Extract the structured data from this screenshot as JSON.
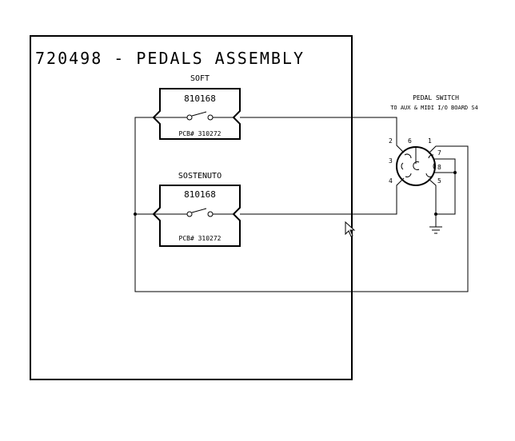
{
  "title": "720498 - PEDALS ASSEMBLY",
  "switches": [
    {
      "name": "SOFT",
      "part": "810168",
      "pcb": "PCB# 310272"
    },
    {
      "name": "SOSTENUTO",
      "part": "810168",
      "pcb": "PCB# 310272"
    }
  ],
  "connector": {
    "title": "PEDAL SWITCH",
    "subtitle": "TO AUX & MIDI I/O BOARD S4",
    "pins": [
      "1",
      "2",
      "3",
      "4",
      "5",
      "6",
      "7",
      "8"
    ]
  }
}
